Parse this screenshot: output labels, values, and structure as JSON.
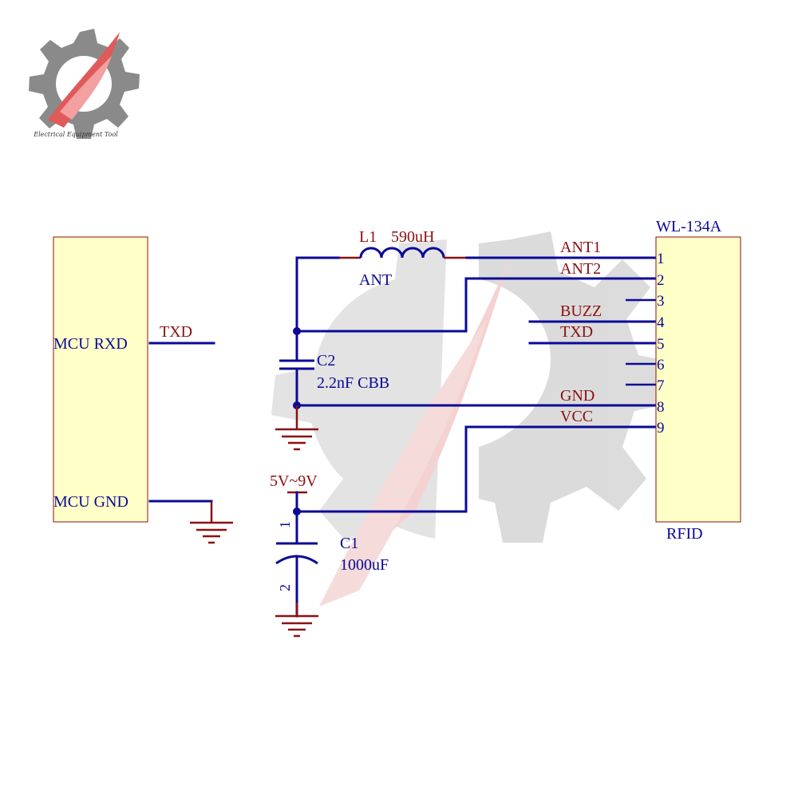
{
  "logo": {
    "caption": "Electrical Equipment Tool"
  },
  "mcu": {
    "rxd_label": "MCU RXD",
    "gnd_label": "MCU GND",
    "txd_net": "TXD"
  },
  "inductor": {
    "ref": "L1",
    "value": "590uH",
    "net": "ANT"
  },
  "cap_c2": {
    "ref": "C2",
    "value": "2.2nF CBB"
  },
  "power": {
    "supply_label": "5V~9V"
  },
  "cap_c1": {
    "ref": "C1",
    "value": "1000uF",
    "pin1": "1",
    "pin2": "2"
  },
  "module": {
    "part": "WL-134A",
    "name": "RFID",
    "pins": [
      {
        "num": "1",
        "net": "ANT1"
      },
      {
        "num": "2",
        "net": "ANT2"
      },
      {
        "num": "3",
        "net": ""
      },
      {
        "num": "4",
        "net": "BUZZ"
      },
      {
        "num": "5",
        "net": "TXD"
      },
      {
        "num": "6",
        "net": ""
      },
      {
        "num": "7",
        "net": ""
      },
      {
        "num": "8",
        "net": "GND"
      },
      {
        "num": "9",
        "net": "VCC"
      }
    ]
  },
  "colors": {
    "wire": "#0a0a96",
    "label": "#8b1010",
    "box_fill": "#ffffc8",
    "watermark_gray": "#9a9a9a",
    "watermark_red": "#e08080"
  }
}
